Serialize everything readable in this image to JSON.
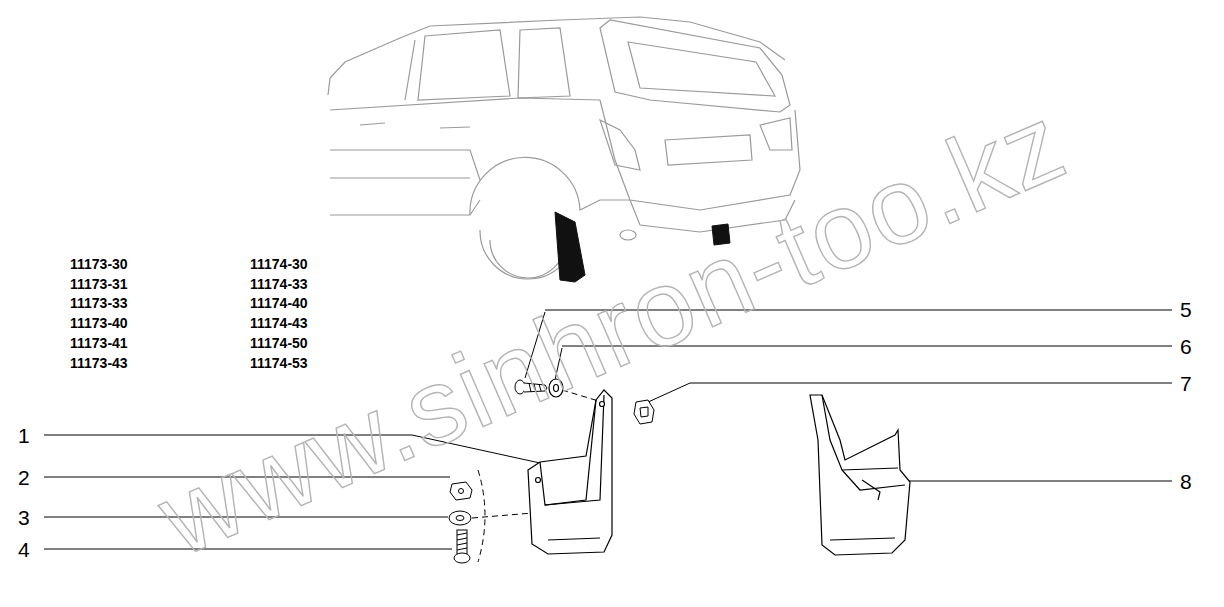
{
  "diagram": {
    "labels": [
      "www.sinhron-too.kz",
      "11173-30",
      "11173-31",
      "11173-33",
      "11173-40",
      "11173-41",
      "11173-43",
      "11174-30",
      "11174-33",
      "11174-40",
      "11174-43",
      "11174-50",
      "11174-53",
      "5",
      "6",
      "7",
      "1",
      "2",
      "3",
      "4",
      "8"
    ]
  }
}
